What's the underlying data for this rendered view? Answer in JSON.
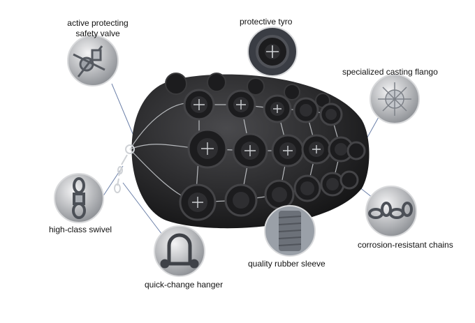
{
  "labels": {
    "valve_line1": "active protecting",
    "valve_line2": "safety valve",
    "tyro": "protective tyro",
    "flange": "specialized casting flango",
    "swivel": "high-class swivel",
    "chains": "corrosion-resistant chains",
    "sleeve": "quality rubber sleeve",
    "hanger": "quick-change hanger"
  },
  "colors": {
    "fender_body": "#2b2b2d",
    "tyre": "#1c1c1e",
    "chain": "#cfd2d6",
    "callout_line": "#6b7fa8",
    "inset_ring": "#d9dadc"
  },
  "icons": {
    "valve": "valve-icon",
    "tyre": "tyre-icon",
    "flange": "flange-icon",
    "swivel": "swivel-icon",
    "chains": "chain-icon",
    "sleeve": "sleeve-icon",
    "hanger": "shackle-icon"
  }
}
